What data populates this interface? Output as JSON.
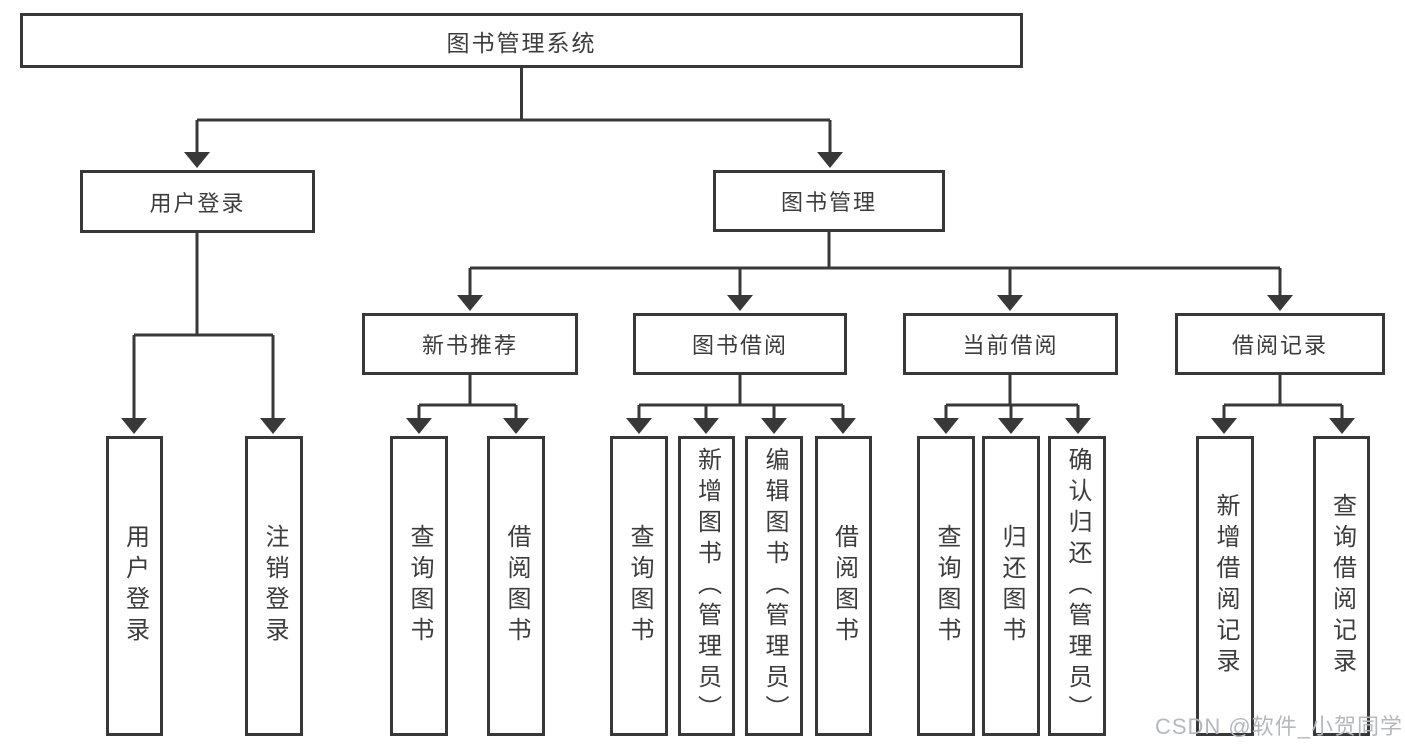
{
  "diagram": {
    "root": {
      "label": "图书管理系统"
    },
    "branches": [
      {
        "label": "用户登录",
        "children": [
          {
            "label": "用户登录"
          },
          {
            "label": "注销登录"
          }
        ]
      },
      {
        "label": "图书管理",
        "children": [
          {
            "label": "新书推荐",
            "children": [
              {
                "label": "查询图书"
              },
              {
                "label": "借阅图书"
              }
            ]
          },
          {
            "label": "图书借阅",
            "children": [
              {
                "label": "查询图书"
              },
              {
                "label": "新增图书（管理员）"
              },
              {
                "label": "编辑图书（管理员）"
              },
              {
                "label": "借阅图书"
              }
            ]
          },
          {
            "label": "当前借阅",
            "children": [
              {
                "label": "查询图书"
              },
              {
                "label": "归还图书"
              },
              {
                "label": "确认归还（管理员）"
              }
            ]
          },
          {
            "label": "借阅记录",
            "children": [
              {
                "label": "新增借阅记录"
              },
              {
                "label": "查询借阅记录"
              }
            ]
          }
        ]
      }
    ]
  },
  "watermark": {
    "text": "CSDN @软件_小贺同学"
  },
  "colors": {
    "line": "#383838",
    "text": "#3c3c3c",
    "watermark": "#b5b8bc",
    "background": "#ffffff"
  }
}
